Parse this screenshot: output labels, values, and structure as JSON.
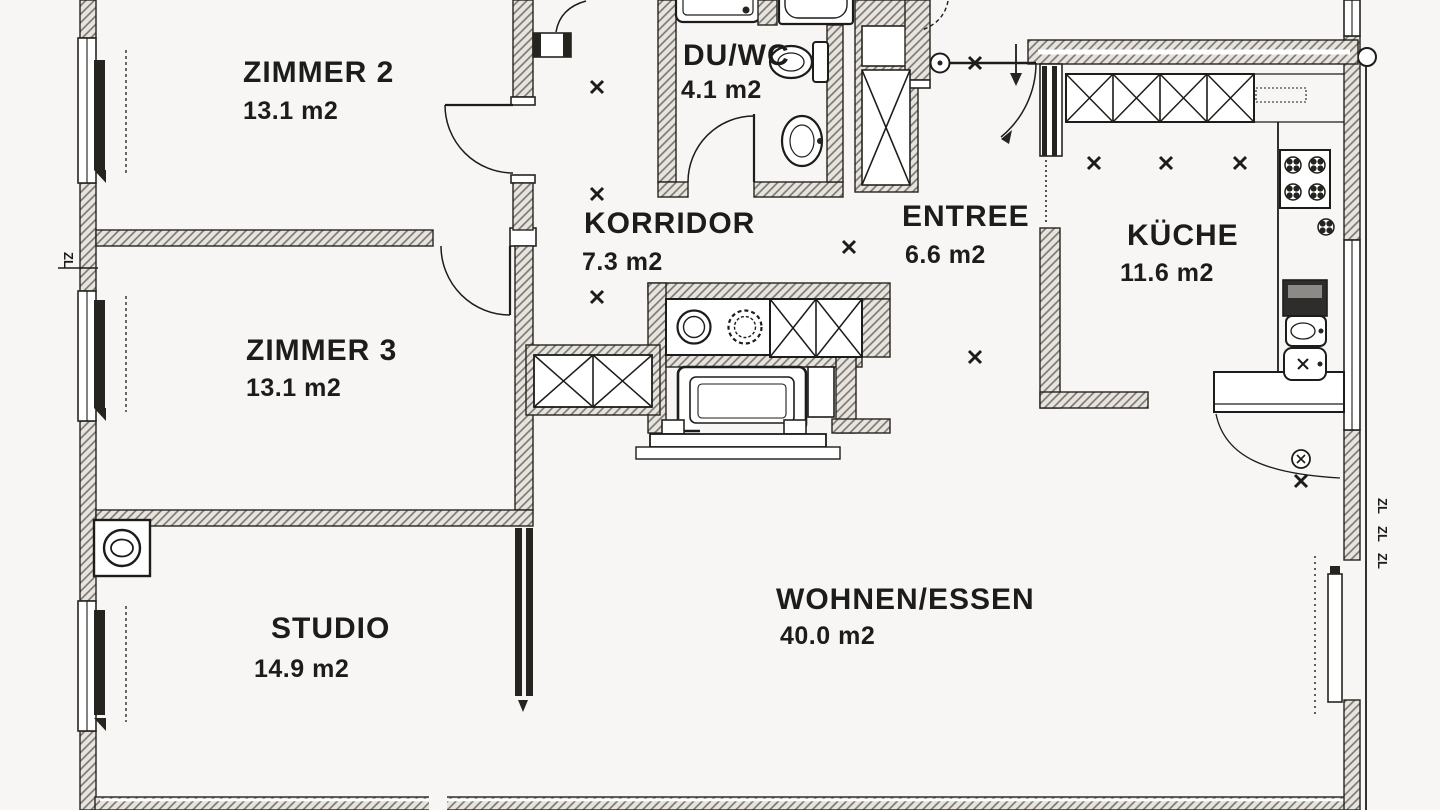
{
  "plan": {
    "rooms": [
      {
        "id": "zimmer2",
        "name": "ZIMMER 2",
        "area": "13.1 m2"
      },
      {
        "id": "zimmer3",
        "name": "ZIMMER 3",
        "area": "13.1 m2"
      },
      {
        "id": "studio",
        "name": "STUDIO",
        "area": "14.9 m2"
      },
      {
        "id": "korridor",
        "name": "KORRIDOR",
        "area": "7.3 m2"
      },
      {
        "id": "duwc",
        "name": "DU/WC",
        "area": "4.1 m2"
      },
      {
        "id": "entree",
        "name": "ENTREE",
        "area": "6.6 m2"
      },
      {
        "id": "kueche",
        "name": "KÜCHE",
        "area": "11.6 m2"
      },
      {
        "id": "wohnen",
        "name": "WOHNEN/ESSEN",
        "area": "40.0 m2"
      }
    ],
    "wall_marks": {
      "left": "ZL",
      "right": [
        "ZL",
        "ZL",
        "ZL"
      ]
    },
    "colors": {
      "line": "#1c1c1a",
      "wall_fill": "#e7e4df",
      "background": "#f7f6f4"
    }
  }
}
